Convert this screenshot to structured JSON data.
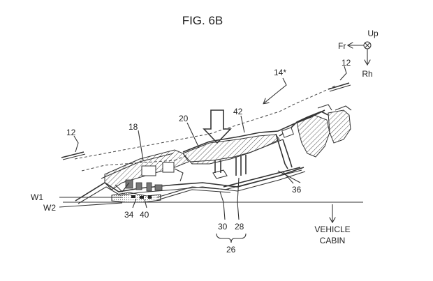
{
  "figure": {
    "title": "FIG. 6B"
  },
  "orientation": {
    "front": "Fr",
    "up": "Up",
    "right": "Rh"
  },
  "labels": {
    "ref_14": "14*",
    "ref_12_right": "12",
    "ref_12_left": "12",
    "ref_18": "18",
    "ref_20": "20",
    "ref_42": "42",
    "ref_36": "36",
    "ref_34": "34",
    "ref_40": "40",
    "ref_30": "30",
    "ref_28": "28",
    "ref_26": "26",
    "w1": "W1",
    "w2": "W2",
    "cabin_line1": "VEHICLE",
    "cabin_line2": "CABIN"
  }
}
